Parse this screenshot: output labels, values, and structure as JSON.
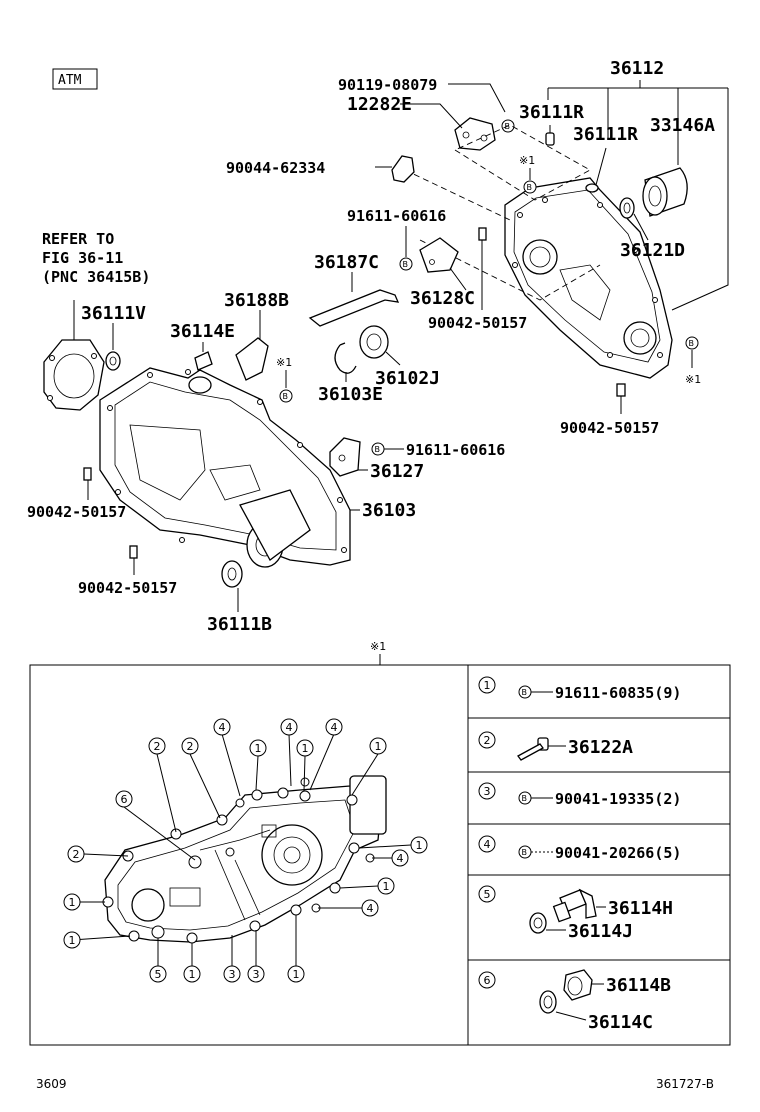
{
  "tag": "ATM",
  "callouts": {
    "p36112": "36112",
    "p90119": "90119-08079",
    "p12282e": "12282E",
    "p36111r_a": "36111R",
    "p36111r_b": "36111R",
    "p33146a": "33146A",
    "p90044": "90044-62334",
    "p91611_a": "91611-60616",
    "p36121d": "36121D",
    "refer1": "REFER TO",
    "refer2": "FIG 36-11",
    "refer3": "(PNC 36415B)",
    "p36187c": "36187C",
    "p36128c": "36128C",
    "p90042_a": "90042-50157",
    "p36111v": "36111V",
    "p36188b": "36188B",
    "p36114e": "36114E",
    "p36102j": "36102J",
    "p36103e": "36103E",
    "p90042_b": "90042-50157",
    "p91611_b": "91611-60616",
    "p36127": "36127",
    "p36103": "36103",
    "p90042_c": "90042-50157",
    "p90042_d": "90042-50157",
    "p36111b": "36111B",
    "note1": "※1",
    "note_a": "※1",
    "note_b": "※1",
    "note_c": "※1"
  },
  "legend": [
    {
      "num": "1",
      "text": "91611-60835(9)"
    },
    {
      "num": "2",
      "text": "36122A"
    },
    {
      "num": "3",
      "text": "90041-19335(2)"
    },
    {
      "num": "4",
      "text": "90041-20266(5)"
    },
    {
      "num": "5",
      "text_a": "36114H",
      "text_b": "36114J"
    },
    {
      "num": "6",
      "text_a": "36114B",
      "text_b": "36114C"
    }
  ],
  "footer": {
    "left": "3609",
    "right": "361727-B"
  }
}
